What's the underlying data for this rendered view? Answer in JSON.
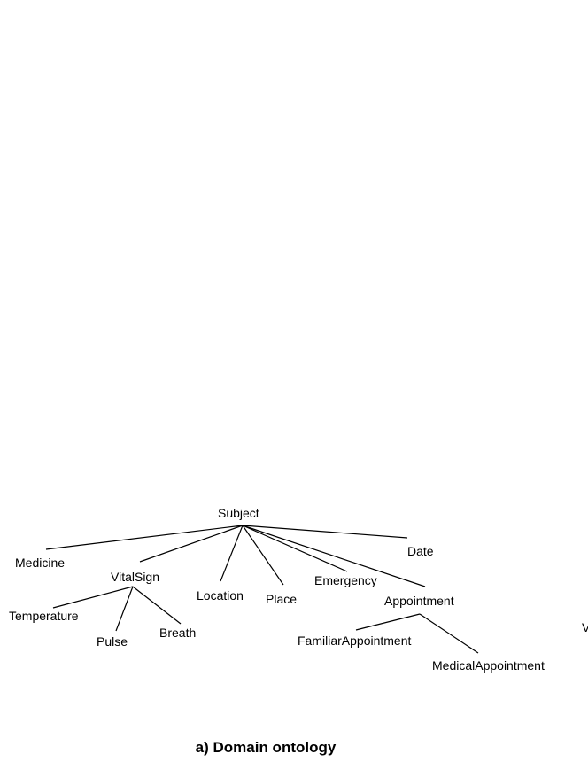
{
  "diagram": {
    "nodes": {
      "subject": "Subject",
      "medicine": "Medicine",
      "vitalsign": "VitalSign",
      "location": "Location",
      "place": "Place",
      "emergency": "Emergency",
      "appointment": "Appointment",
      "date": "Date",
      "temperature": "Temperature",
      "pulse": "Pulse",
      "breath": "Breath",
      "familiarappointment": "FamiliarAppointment",
      "medicalappointment": "MedicalAppointment"
    },
    "edges": [
      [
        "subject",
        "medicine"
      ],
      [
        "subject",
        "vitalsign"
      ],
      [
        "subject",
        "location"
      ],
      [
        "subject",
        "place"
      ],
      [
        "subject",
        "emergency"
      ],
      [
        "subject",
        "appointment"
      ],
      [
        "subject",
        "date"
      ],
      [
        "vitalsign",
        "temperature"
      ],
      [
        "vitalsign",
        "pulse"
      ],
      [
        "vitalsign",
        "breath"
      ],
      [
        "appointment",
        "familiarappointment"
      ],
      [
        "appointment",
        "medicalappointment"
      ]
    ]
  },
  "caption": "a) Domain ontology",
  "edge_fragment": "V"
}
